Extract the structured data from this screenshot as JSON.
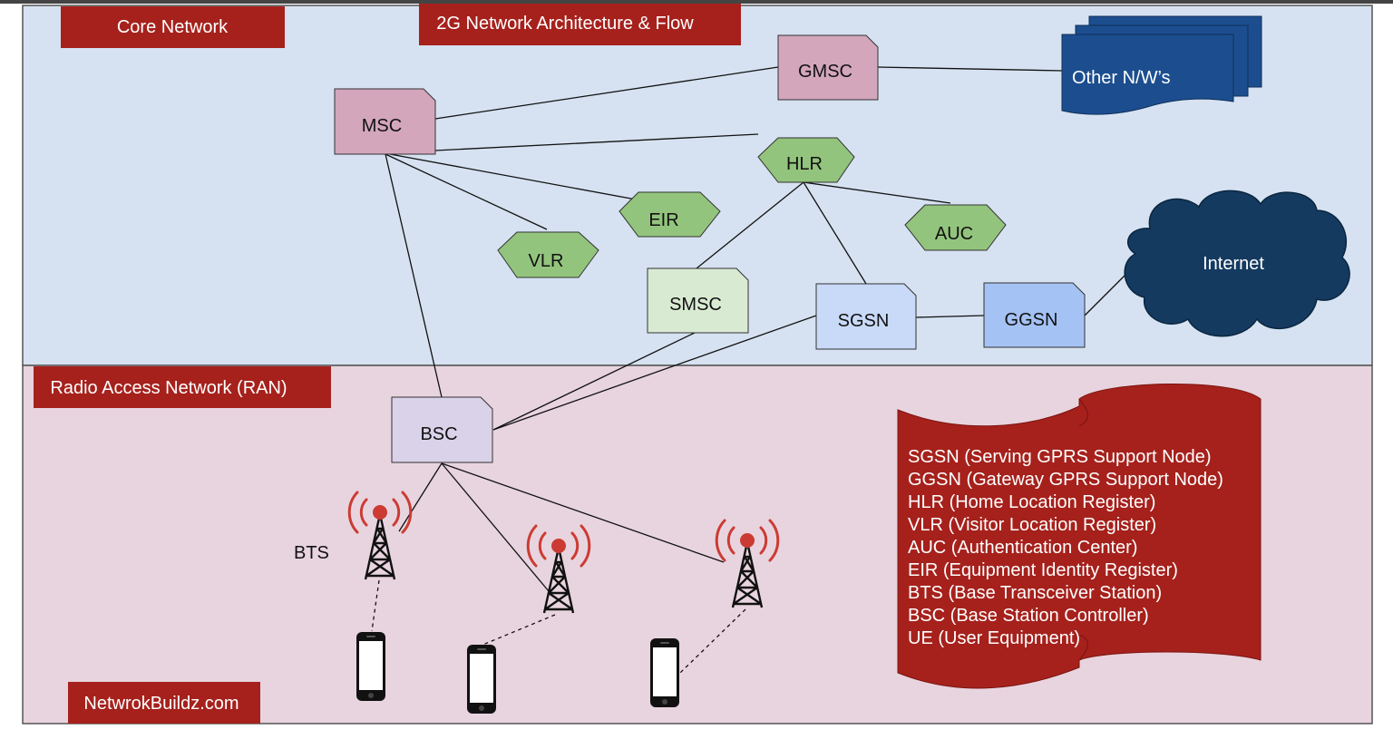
{
  "title": "2G Network Architecture & Flow",
  "zones": {
    "core": "Core Network",
    "ran": "Radio Access Network (RAN)"
  },
  "nodes": {
    "gmsc": "GMSC",
    "msc": "MSC",
    "hlr": "HLR",
    "eir": "EIR",
    "vlr": "VLR",
    "auc": "AUC",
    "smsc": "SMSC",
    "sgsn": "SGSN",
    "ggsn": "GGSN",
    "bsc": "BSC",
    "other_networks": "Other N/W’s",
    "internet": "Internet",
    "bts": "BTS"
  },
  "legend": [
    "SGSN (Serving GPRS Support Node)",
    "GGSN (Gateway GPRS Support Node)",
    "HLR (Home Location Register)",
    "VLR (Visitor Location Register)",
    "AUC (Authentication Center)",
    "EIR (Equipment Identity Register)",
    "BTS (Base Transceiver Station)",
    "BSC (Base Station Controller)",
    "UE (User Equipment)"
  ],
  "footer": "NetwrokBuildz.com",
  "colors": {
    "core_bg": "#d6e2f1",
    "ran_bg": "#e8d4de",
    "label_red": "#a6211c",
    "msc_pink": "#d3a6bc",
    "register_green": "#93c47d",
    "smsc_green": "#d9ead3",
    "sgsn_blue": "#c9daf8",
    "ggsn_blue": "#a4c2f4",
    "bsc_lavender": "#d9d2e9",
    "other_nw_blue": "#1c4e8f",
    "internet_navy": "#153a60",
    "tower_red": "#cc3b33"
  }
}
